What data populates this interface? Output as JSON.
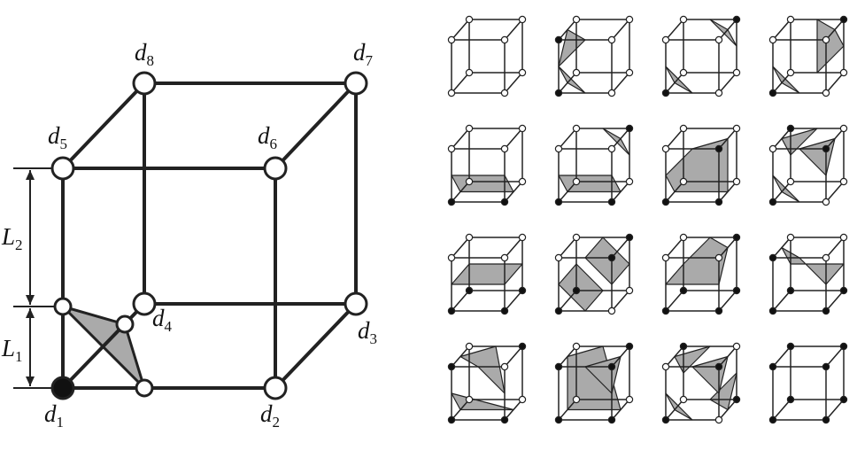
{
  "figure": {
    "colors": {
      "stroke": "#222222",
      "fill": "#aaaaaa",
      "vertex_empty": "#ffffff",
      "vertex_filled": "#111111",
      "background": "#ffffff"
    },
    "main_cube": {
      "vertices": [
        {
          "id": "d1",
          "letter": "d",
          "sub": "1",
          "state": "filled"
        },
        {
          "id": "d2",
          "letter": "d",
          "sub": "2",
          "state": "empty"
        },
        {
          "id": "d3",
          "letter": "d",
          "sub": "3",
          "state": "empty"
        },
        {
          "id": "d4",
          "letter": "d",
          "sub": "4",
          "state": "empty"
        },
        {
          "id": "d5",
          "letter": "d",
          "sub": "5",
          "state": "empty"
        },
        {
          "id": "d6",
          "letter": "d",
          "sub": "6",
          "state": "empty"
        },
        {
          "id": "d7",
          "letter": "d",
          "sub": "7",
          "state": "empty"
        },
        {
          "id": "d8",
          "letter": "d",
          "sub": "8",
          "state": "empty"
        }
      ],
      "dimensions": [
        {
          "letter": "L",
          "sub": "1"
        },
        {
          "letter": "L",
          "sub": "2"
        }
      ]
    },
    "grid_columns": 4,
    "configurations": [
      {
        "filled": []
      },
      {
        "filled": [
          0,
          4
        ]
      },
      {
        "filled": [
          0,
          6
        ]
      },
      {
        "filled": [
          0,
          6
        ]
      },
      {
        "filled": [
          0,
          1
        ]
      },
      {
        "filled": [
          0,
          1,
          6
        ]
      },
      {
        "filled": [
          0,
          1,
          5
        ]
      },
      {
        "filled": [
          0,
          5,
          7
        ]
      },
      {
        "filled": [
          0,
          1,
          2,
          3
        ]
      },
      {
        "filled": [
          0,
          3,
          5,
          6
        ]
      },
      {
        "filled": [
          0,
          1,
          2,
          3,
          6
        ]
      },
      {
        "filled": [
          0,
          1,
          2,
          3,
          4
        ]
      },
      {
        "filled": [
          0,
          1,
          4,
          6
        ]
      },
      {
        "filled": [
          0,
          1,
          4,
          5,
          6
        ]
      },
      {
        "filled": [
          0,
          2,
          5,
          7
        ]
      },
      {
        "filled": [
          0,
          1,
          2,
          3,
          4,
          5,
          6,
          7
        ]
      }
    ]
  }
}
